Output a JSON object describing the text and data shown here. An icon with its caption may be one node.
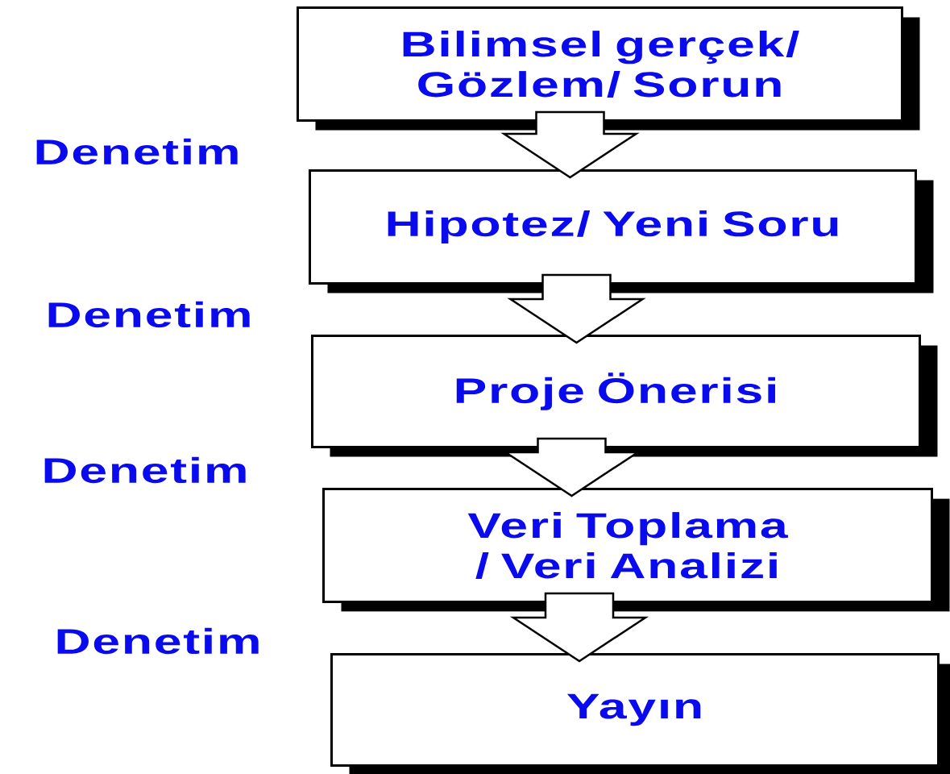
{
  "diagram": {
    "nodes": [
      {
        "text": [
          "Bilimsel gerçek/ Gözlem/ Sorun"
        ]
      },
      {
        "text": [
          "Hipotez/ Yeni Soru"
        ]
      },
      {
        "text": [
          "Proje Önerisi"
        ]
      },
      {
        "text": [
          "Veri Toplama / Veri Analizi"
        ]
      },
      {
        "text": [
          "Yayın"
        ]
      }
    ],
    "edges": [
      {
        "from": 0,
        "to": 1,
        "arrow": "to"
      },
      {
        "from": 1,
        "to": 2,
        "arrow": "to"
      },
      {
        "from": 2,
        "to": 3,
        "arrow": "to"
      },
      {
        "from": 3,
        "to": 4,
        "arrow": "to"
      }
    ],
    "labels": [
      "Denetim",
      "Denetim",
      "Denetim",
      "Denetim"
    ]
  }
}
